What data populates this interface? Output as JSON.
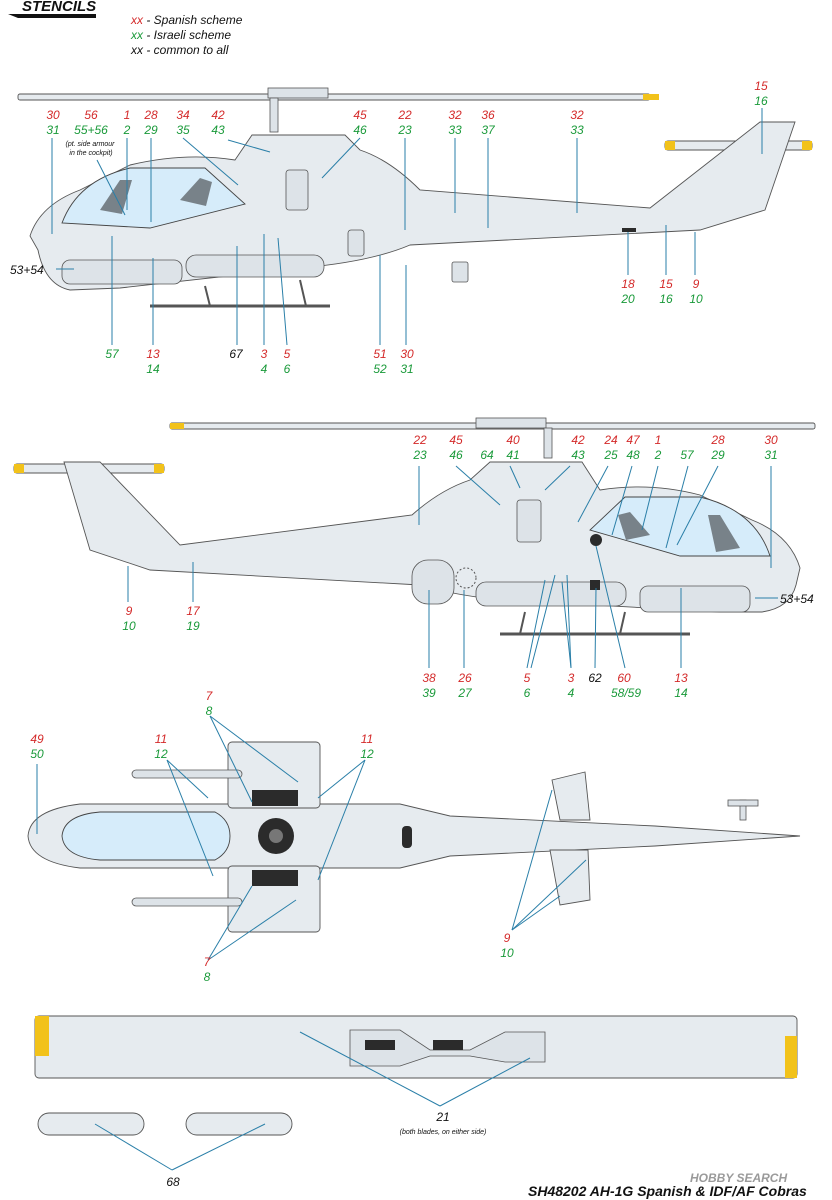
{
  "header": {
    "title": "STENCILS",
    "legend": [
      {
        "code": "xx",
        "text": "- Spanish scheme",
        "color": "#d42a2a"
      },
      {
        "code": "xx",
        "text": "- Israeli scheme",
        "color": "#1a9a3a"
      },
      {
        "code": "xx",
        "text": "- common to all",
        "color": "#111111"
      }
    ]
  },
  "views": {
    "left_side": {
      "callouts": [
        {
          "red": "30",
          "green": "31"
        },
        {
          "red": "56",
          "green": "55+56"
        },
        {
          "red": "1",
          "green": "2"
        },
        {
          "red": "28",
          "green": "29"
        },
        {
          "red": "34",
          "green": "35"
        },
        {
          "red": "42",
          "green": "43"
        },
        {
          "red": "45",
          "green": "46"
        },
        {
          "red": "22",
          "green": "23"
        },
        {
          "red": "32",
          "green": "33"
        },
        {
          "red": "36",
          "green": "37"
        },
        {
          "red": "32",
          "green": "33"
        },
        {
          "red": "15",
          "green": "16"
        },
        {
          "red": "18",
          "green": "20"
        },
        {
          "red": "15",
          "green": "16"
        },
        {
          "red": "9",
          "green": "10"
        },
        {
          "red": "13",
          "green": "14"
        },
        {
          "red": "3",
          "green": "4"
        },
        {
          "red": "5",
          "green": "6"
        },
        {
          "red": "51",
          "green": "52"
        },
        {
          "red": "30",
          "green": "31"
        }
      ],
      "note": "(pt. side armour in the cockpit)",
      "black_labels": [
        "53+54",
        "67"
      ],
      "green_only": [
        "57"
      ]
    },
    "right_side": {
      "callouts": [
        {
          "red": "22",
          "green": "23"
        },
        {
          "red": "45",
          "green": "46"
        },
        {
          "red": "40",
          "green": "41"
        },
        {
          "red": "42",
          "green": "43"
        },
        {
          "red": "24",
          "green": "25"
        },
        {
          "red": "47",
          "green": "48"
        },
        {
          "red": "1",
          "green": "2"
        },
        {
          "red": "28",
          "green": "29"
        },
        {
          "red": "30",
          "green": "31"
        },
        {
          "red": "9",
          "green": "10"
        },
        {
          "red": "17",
          "green": "19"
        },
        {
          "red": "38",
          "green": "39"
        },
        {
          "red": "26",
          "green": "27"
        },
        {
          "red": "5",
          "green": "6"
        },
        {
          "red": "3",
          "green": "4"
        },
        {
          "red": "60",
          "green": "58/59"
        },
        {
          "red": "13",
          "green": "14"
        }
      ],
      "green_only": [
        "64",
        "57"
      ],
      "black_labels": [
        "53+54",
        "62"
      ]
    },
    "top": {
      "callouts": [
        {
          "red": "7",
          "green": "8"
        },
        {
          "red": "49",
          "green": "50"
        },
        {
          "red": "11",
          "green": "12"
        },
        {
          "red": "11",
          "green": "12"
        },
        {
          "red": "9",
          "green": "10"
        },
        {
          "red": "7",
          "green": "8"
        }
      ]
    },
    "blade": {
      "label": "21",
      "note": "(both blades, on either side)"
    },
    "pods": {
      "label": "68"
    }
  },
  "footer": {
    "caption": "SH48202 AH-1G Spanish & IDF/AF Cobras",
    "watermark": "HOBBY SEARCH"
  },
  "colors": {
    "spanish": "#d42a2a",
    "israeli": "#1a9a3a",
    "common": "#111111",
    "leader": "#2a7fa8",
    "tip": "#f2c21a"
  }
}
